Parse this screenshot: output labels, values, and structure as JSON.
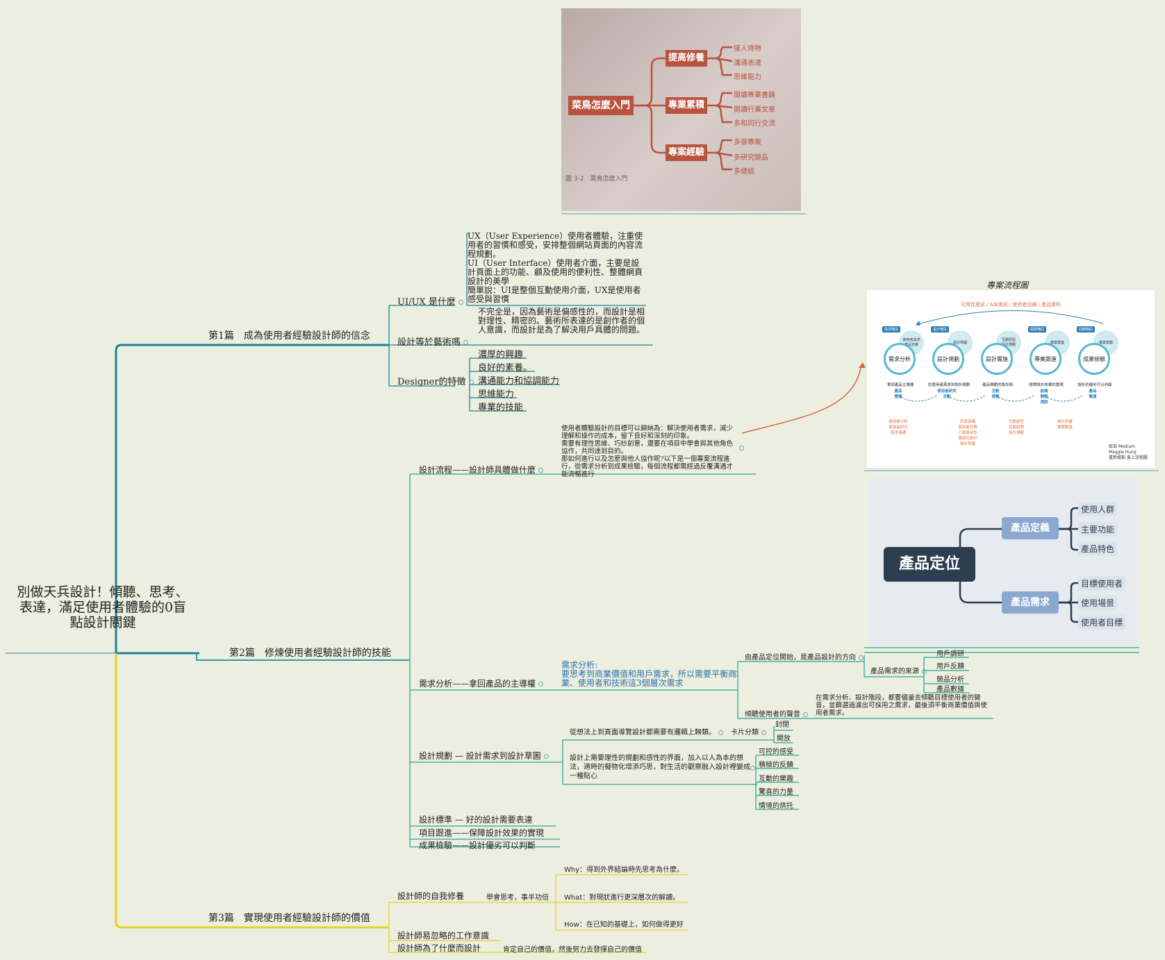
{
  "root": "別做天兵設計！傾聽、思考、表達，滿足使用者體驗的0盲點設計關鍵",
  "colors": {
    "background": "#ecefe0",
    "branch1": "#1e7f9a",
    "branch2": "#2aa89a",
    "branch3": "#e8d21e",
    "accent": "#d06a3a"
  },
  "part1": {
    "title": "第1篇　成為使用者經驗設計師的信念",
    "uiux_label": "UI/UX 是什麼",
    "uiux_note": "UX（User Experience）使用者體驗，注重使用者的習慣和感受，安排整個網站頁面的內容流程規劃。\nUI（User Interface）使用者介面，主要是設計頁面上的功能、顧及使用的便利性、整體網頁設計的美學\n簡單說：UI是整個互動使用介面，UX是使用者感受與習慣",
    "art_label": "設計等於藝術嗎",
    "art_note": "不完全是，因為藝術是偏感性的，而設計是相對理性、精密的。藝術所表達的是創作者的個人意識，而設計是為了解決用戶具體的問題。",
    "designer_label": "Designer的特徵",
    "designer_traits": [
      "濃厚的興趣",
      "良好的素養。",
      "溝通能力和協調能力",
      "思維能力",
      "專業的技能"
    ]
  },
  "part2": {
    "title": "第2篇　修煉使用者經驗設計師的技能",
    "flow_label": "設計流程——設計師具體做什麼",
    "flow_note": "使用者體驗設計的目標可以歸納為：解決使用者需求，減少理解和操作的成本，留下良好和深刻的印象。\n需要有理性思維、巧妙創意，還要在項目中學會與其他角色協作，共同達到目的。\n那如何進行以及怎麼與他人協作呢?以下是一個專案流程進行，從需求分析到成果檢驗，每個流程都需經過反覆溝通才能流暢進行",
    "needs_label": "需求分析——拿回產品的主導權",
    "needs_note": "需求分析:\n要思考到商業價值和用戶需求，所以需要平衡商業、使用者和技術這3個層次需求",
    "position_label": "由產品定位開始，是產品設計的方向",
    "source_label": "產品需求的來源",
    "sources": [
      "用戶調研",
      "用戶反饋",
      "競品分析",
      "產品數據"
    ],
    "listen_label": "傾聽使用者的聲音",
    "listen_note": "在需求分析、設計階段，都要儘量去傾聽目標使用者的聲音，並篩選過濾出可採用之需求，最後須平衡商業價值與使用者需求。",
    "plan_label": "設計規劃 — 設計需求到設計草圖",
    "card_intro": "從想法上到頁面導覽設計都需要有邏輯上歸類。",
    "card_label": "卡片分類",
    "card_types": [
      "封閉",
      "開放"
    ],
    "emotion_note": "設計上需要理性的規劃和感性的界面，加入以人為本的想法，適時的擬物化增添巧思，對生活的觀察融入設計裡變成一種貼心",
    "emotions": [
      "可控的感受",
      "積極的反饋",
      "互動的樂趣",
      "驚喜的力量",
      "情境的烘托"
    ],
    "standard_label": "設計標準 — 好的設計需要表達",
    "follow_label": "項目跟進——保障設計效果的實現",
    "check_label": "成果檢驗——設計優劣可以判斷"
  },
  "part3": {
    "title": "第3篇　實現使用者經驗設計師的價值",
    "self_label": "設計師的自我修養",
    "think_label": "學會思考，事半功倍",
    "why": "Why：得到外界結論時先思考為什麼。",
    "what": "What：對現狀進行更深層次的解讀。",
    "how": "How：在已知的基礎上，如何做得更好",
    "ignore_label": "設計師易忽略的工作意識",
    "purpose_label": "設計師為了什麼而設計",
    "purpose_note": "肯定自己的價值，然後努力去發揮自己的價值"
  },
  "photo": {
    "root": "菜鳥怎麼入門",
    "caption": "圖 3-2　菜鳥怎麼入門",
    "groups": [
      {
        "name": "提高修養",
        "items": [
          "接人待物",
          "溝通表達",
          "思維能力"
        ]
      },
      {
        "name": "專業累積",
        "items": [
          "閱讀專業書籍",
          "閱讀行業文章",
          "多和同行交流"
        ]
      },
      {
        "name": "專案經驗",
        "items": [
          "多做專案",
          "多研究競品",
          "多總結"
        ]
      }
    ]
  },
  "flowchart": {
    "title": "專案流程圖",
    "top_label": "可用性測試 / A/B測試 / 使用者回饋 / 產品資料",
    "stages": [
      {
        "name": "需求分析",
        "tag": "需求階段",
        "role": "使用者需求\n產品定義",
        "desc": "拿回產品主導權",
        "who": "產品\n營運",
        "bottom": "使用者分析\n使用者研究\n需求溝通"
      },
      {
        "name": "設計規劃",
        "tag": "設計階段",
        "role": "設計草圖",
        "desc": "從使用者需求到設計規劃",
        "who": "使用者研究\n互動",
        "bottom": "訊息架構\n使用者任務\n介面易用性\n情感化設計\n設計草圖"
      },
      {
        "name": "設計實施",
        "tag": "",
        "role": "互動原型\n設計規範",
        "desc": "產品規範的設計稿",
        "who": "互動\n視覺",
        "bottom": "互動原型\n互動說明\n設計規範"
      },
      {
        "name": "專案跟進",
        "tag": "開發階段",
        "role": "專案跟進",
        "desc": "保障設計效果的實現",
        "who": "前端\n開發\n測試",
        "bottom": "設計評審\n專案跟進"
      },
      {
        "name": "成果檢驗",
        "tag": "回饋階段",
        "role": "專案檢驗",
        "desc": "設計的優劣可以判斷",
        "who": "產品\n營運",
        "bottom": ""
      }
    ],
    "credit": "取自 Medium\nMaggie Hung\n重新繪製 臺上流程圖"
  },
  "positioning": {
    "root": "產品定位",
    "branches": [
      {
        "name": "產品定義",
        "items": [
          "使用人群",
          "主要功能",
          "產品特色"
        ]
      },
      {
        "name": "產品需求",
        "items": [
          "目標使用者",
          "使用場景",
          "使用者目標"
        ]
      }
    ]
  }
}
